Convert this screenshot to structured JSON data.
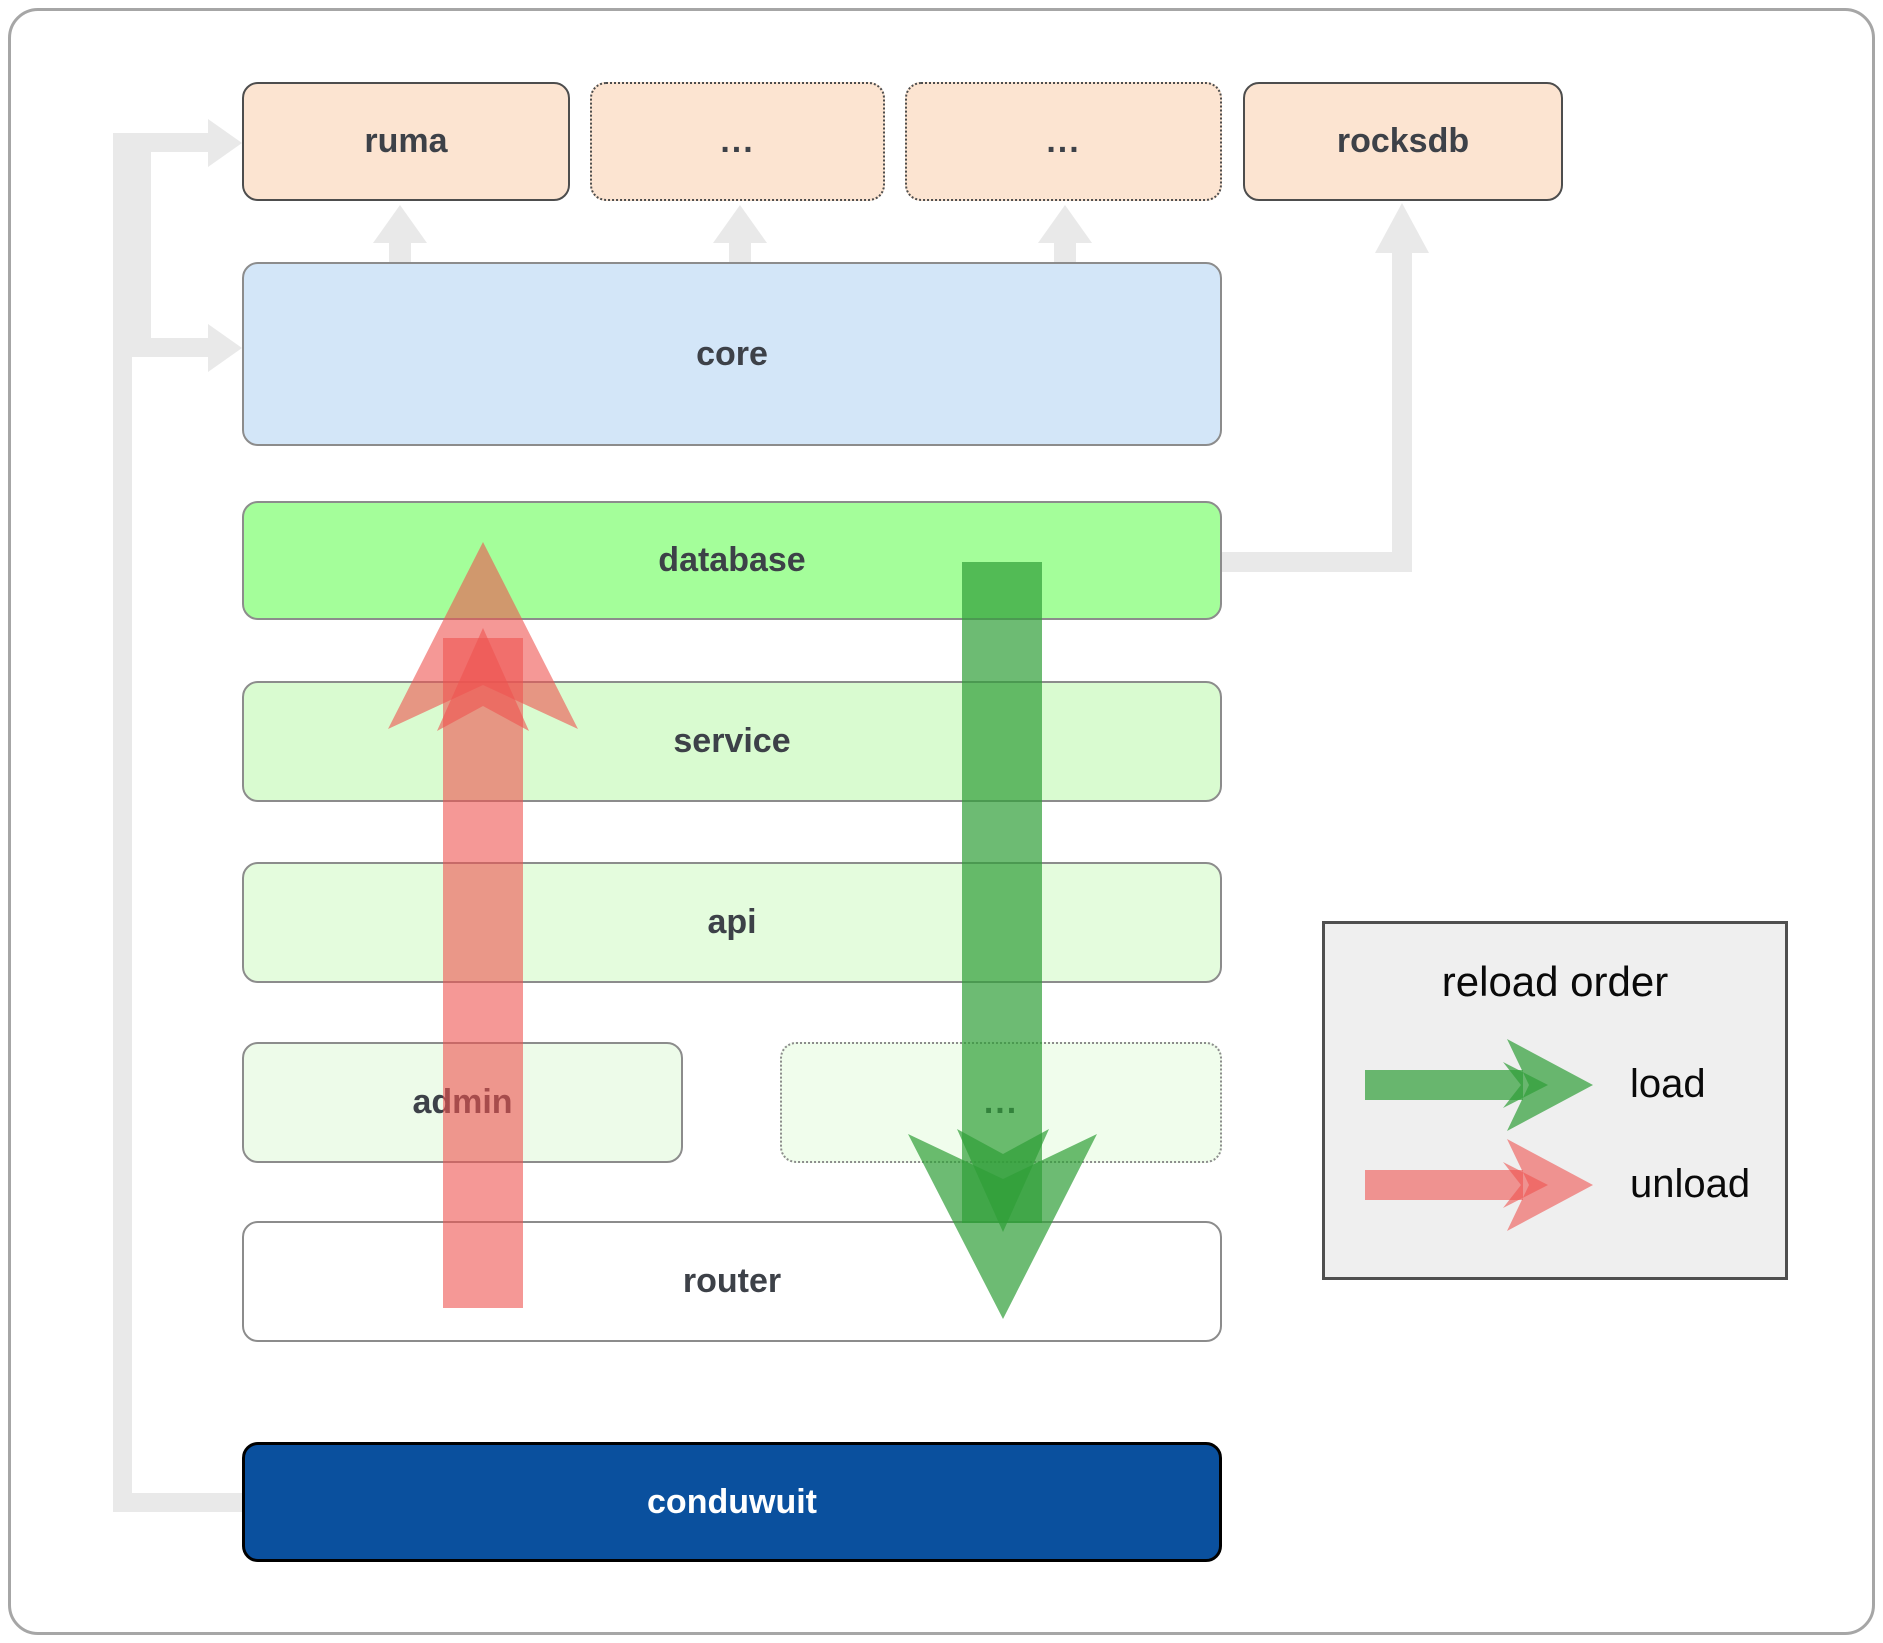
{
  "nodes": {
    "ruma": {
      "label": "ruma"
    },
    "ellipsis_top_1": {
      "label": "..."
    },
    "ellipsis_top_2": {
      "label": "..."
    },
    "rocksdb": {
      "label": "rocksdb"
    },
    "core": {
      "label": "core"
    },
    "database": {
      "label": "database"
    },
    "service": {
      "label": "service"
    },
    "api": {
      "label": "api"
    },
    "admin": {
      "label": "admin"
    },
    "ellipsis_mid": {
      "label": "..."
    },
    "router": {
      "label": "router"
    },
    "conduwuit": {
      "label": "conduwuit"
    }
  },
  "legend": {
    "title": "reload order",
    "load_label": "load",
    "unload_label": "unload"
  },
  "icons": {
    "load_arrow": "green-down-block-arrow",
    "unload_arrow": "red-up-block-arrow",
    "connector": "gray-elbow-arrow"
  },
  "theme": {
    "canvas-border": "#a6a6a6",
    "node-border": "#8c8c8c",
    "dark-border": "#4d4d4d",
    "peach": "#fce4d1",
    "blue": "#d3e6f8",
    "green-bright": "#a4fe9a",
    "green-light": "#d9fbd0",
    "green-lighter": "#e4fcdd",
    "green-faint": "#edfbe9",
    "green-faintest": "#f0fdec",
    "conduwuit-blue": "#0a509e",
    "connector-gray": "#e9e9e9",
    "arrow-red": "#ef5350",
    "arrow-green": "#2f9e38",
    "label": "#3d4148",
    "legend-bg": "#efefef",
    "legend-border": "#4f4f4f"
  }
}
